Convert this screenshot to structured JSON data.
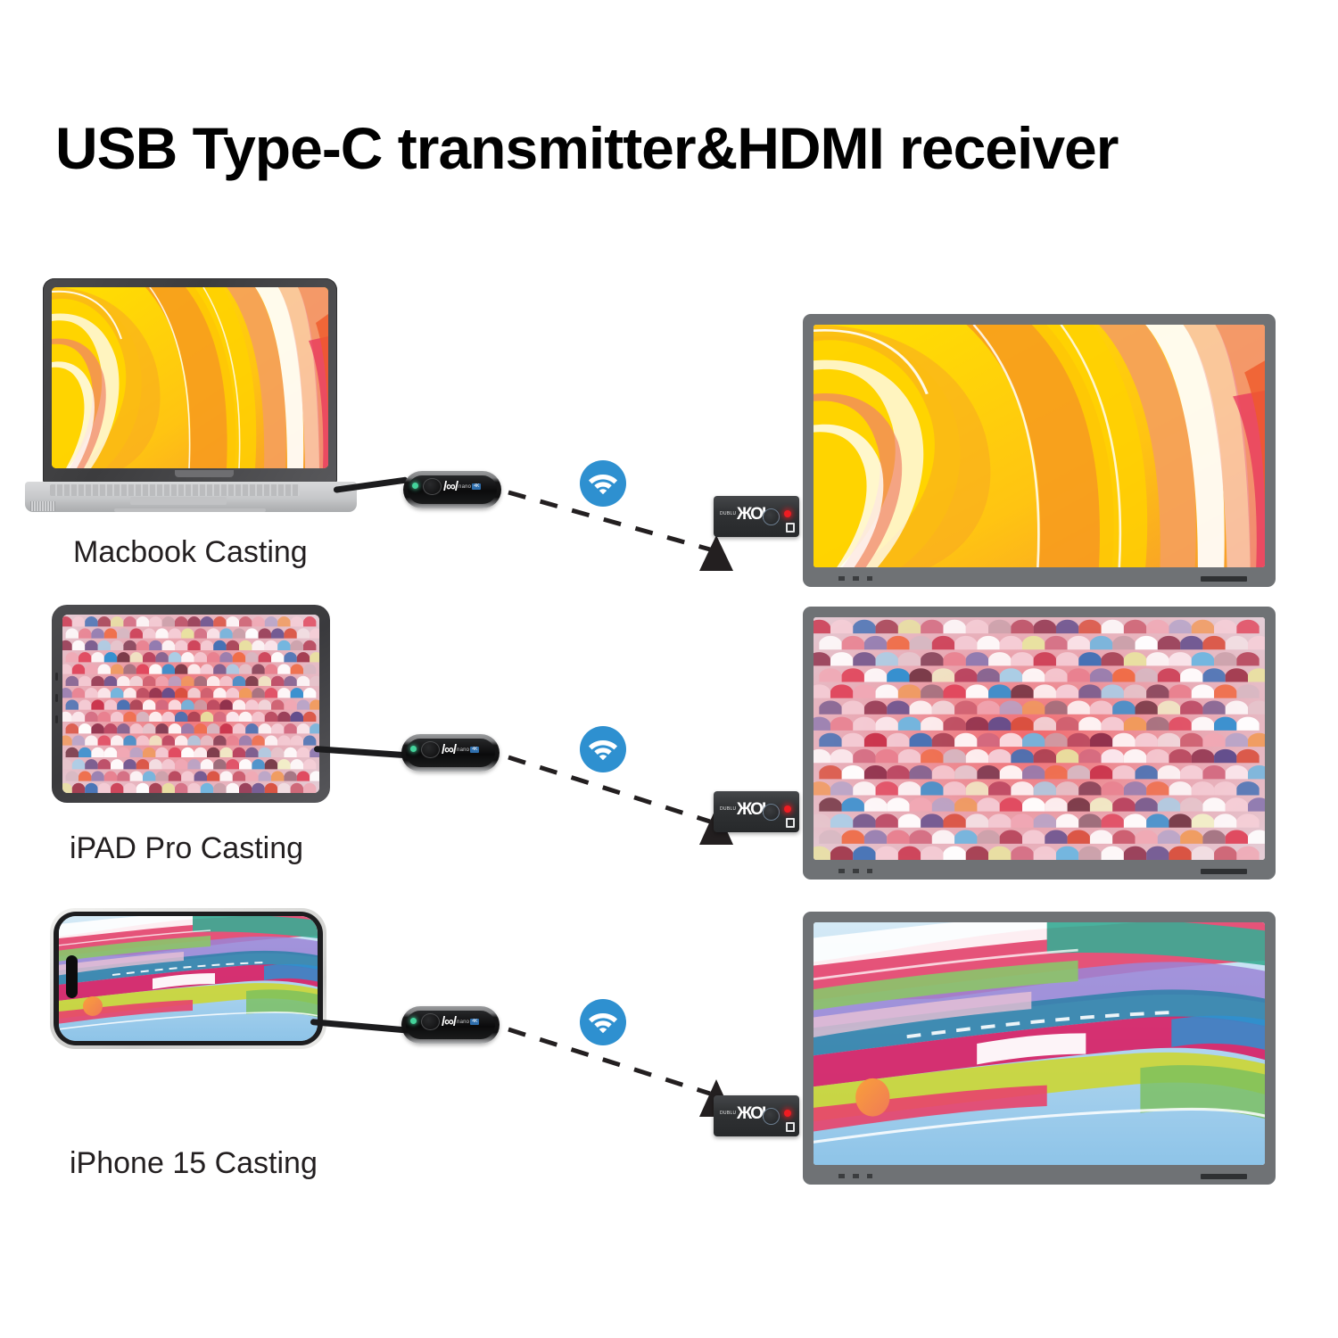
{
  "page": {
    "title": "USB Type-C transmitter&HDMI receiver",
    "background": "#ffffff"
  },
  "colors": {
    "title_text": "#010101",
    "caption_text": "#231f20",
    "wifi_blue": "#2e90d0",
    "tv_bezel": "#6f7275",
    "transmitter_led_green": "#44d39b",
    "receiver_led_red": "#ee1c22",
    "receiver_body": "#303234",
    "arrow_dark": "#231f20",
    "badge_blue": "#2f6fae"
  },
  "rows": [
    {
      "id": "macbook",
      "caption": "Macbook Casting",
      "source_device": "macbook-laptop",
      "screen_art": "orange-yellow-flowing-waves",
      "transmitter": {
        "brand_mark": "/∞/",
        "model_text": "nano",
        "badge_text": "4K",
        "led_state": "on",
        "led_color": "#44d39b"
      },
      "wifi_icon": "wifi-signal-icon",
      "receiver": {
        "brand_text": "DUBLU",
        "brand_mark": "ЖΟΙ",
        "led_state": "on",
        "led_color": "#ee1c22",
        "port": "hdmi-port"
      },
      "destination_device": "television-display",
      "tv_art": "orange-yellow-flowing-waves"
    },
    {
      "id": "ipad",
      "caption": "iPAD Pro Casting",
      "source_device": "ipad-pro-tablet",
      "screen_art": "red-pink-blue-scallop-mosaic",
      "transmitter": {
        "brand_mark": "/∞/",
        "model_text": "nano",
        "badge_text": "4K",
        "led_state": "on",
        "led_color": "#44d39b"
      },
      "wifi_icon": "wifi-signal-icon",
      "receiver": {
        "brand_text": "DUBLU",
        "brand_mark": "ЖΟΙ",
        "led_state": "on",
        "led_color": "#ee1c22",
        "port": "hdmi-port"
      },
      "destination_device": "television-display",
      "tv_art": "red-pink-blue-scallop-mosaic"
    },
    {
      "id": "iphone",
      "caption": "iPhone 15 Casting",
      "source_device": "iphone-15-handset",
      "screen_art": "pastel-ribbon-streams",
      "transmitter": {
        "brand_mark": "/∞/",
        "model_text": "nano",
        "badge_text": "4K",
        "led_state": "on",
        "led_color": "#44d39b"
      },
      "wifi_icon": "wifi-signal-icon",
      "receiver": {
        "brand_text": "DUBLU",
        "brand_mark": "ЖΟΙ",
        "led_state": "on",
        "led_color": "#ee1c22",
        "port": "hdmi-port"
      },
      "destination_device": "television-display",
      "tv_art": "pastel-ribbon-streams"
    }
  ]
}
